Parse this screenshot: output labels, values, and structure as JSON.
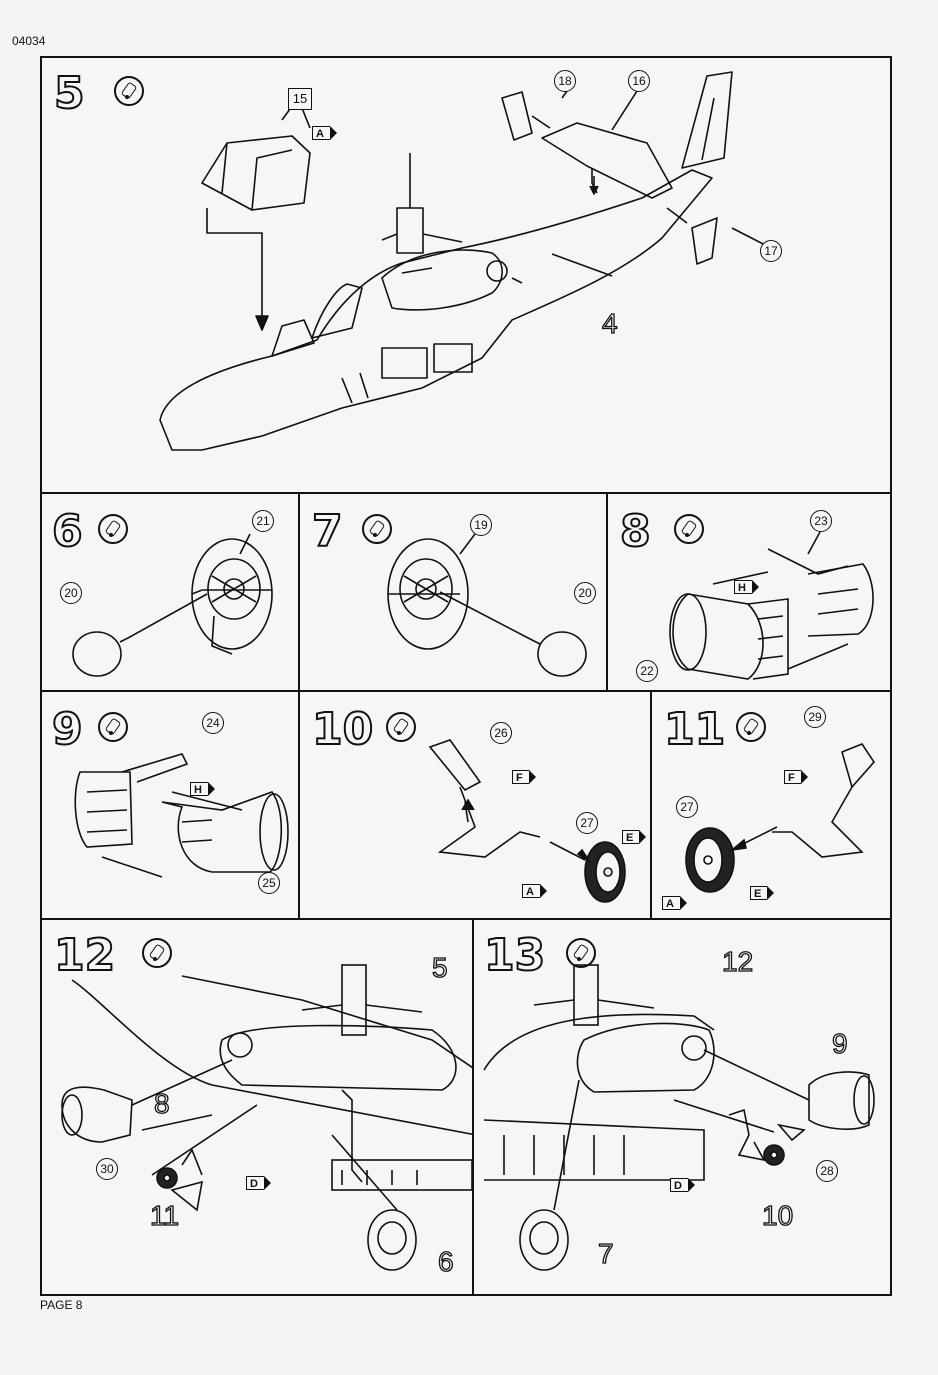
{
  "document": {
    "code": "04034",
    "page_label": "PAGE 8"
  },
  "steps": {
    "s5": {
      "number": "5",
      "parts": [
        "15",
        "18",
        "16",
        "17"
      ],
      "tag": "A",
      "big": "4"
    },
    "s6": {
      "number": "6",
      "parts": [
        "21",
        "20"
      ]
    },
    "s7": {
      "number": "7",
      "parts": [
        "19",
        "20"
      ]
    },
    "s8": {
      "number": "8",
      "parts": [
        "23",
        "22"
      ],
      "tag": "H"
    },
    "s9": {
      "number": "9",
      "parts": [
        "24",
        "25"
      ],
      "tag": "H"
    },
    "s10": {
      "number": "10",
      "parts": [
        "26",
        "27"
      ],
      "tags": [
        "F",
        "E",
        "A"
      ]
    },
    "s11": {
      "number": "11",
      "parts": [
        "29",
        "27"
      ],
      "tags": [
        "F",
        "E",
        "A"
      ]
    },
    "s12": {
      "number": "12",
      "parts": [
        "30"
      ],
      "tag": "D",
      "big": [
        "5",
        "8",
        "11",
        "6"
      ]
    },
    "s13": {
      "number": "13",
      "parts": [
        "28"
      ],
      "tag": "D",
      "big": [
        "12",
        "9",
        "10",
        "7"
      ]
    }
  },
  "icons": {
    "glue": "glue-tube-icon"
  }
}
